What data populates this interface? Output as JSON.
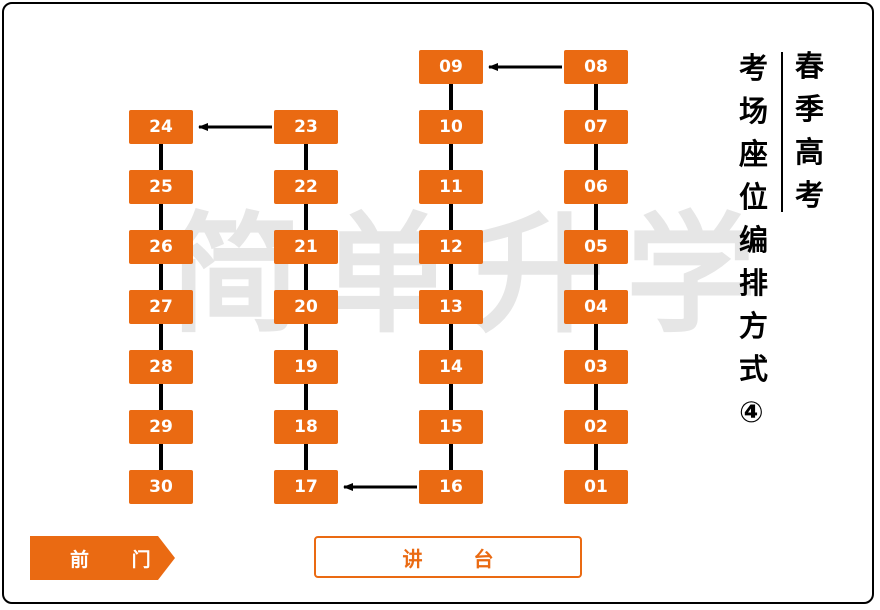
{
  "watermark": "简单升学",
  "title": {
    "line1": [
      "春",
      "季",
      "高",
      "考"
    ],
    "line2": [
      "考",
      "场",
      "座",
      "位",
      "编",
      "排",
      "方",
      "式",
      "④"
    ]
  },
  "door_label": "前 门",
  "podium_label": "讲 台",
  "accent_color": "#ea6a12",
  "columns": [
    {
      "seats": [
        "24",
        "25",
        "26",
        "27",
        "28",
        "29",
        "30"
      ]
    },
    {
      "seats": [
        "23",
        "22",
        "21",
        "20",
        "19",
        "18",
        "17"
      ]
    },
    {
      "seats": [
        "09",
        "10",
        "11",
        "12",
        "13",
        "14",
        "15",
        "16"
      ]
    },
    {
      "seats": [
        "08",
        "07",
        "06",
        "05",
        "04",
        "03",
        "02",
        "01"
      ]
    }
  ],
  "arrows": [
    {
      "from": "08",
      "to": "09"
    },
    {
      "from": "16",
      "to": "17"
    },
    {
      "from": "23",
      "to": "24"
    }
  ]
}
